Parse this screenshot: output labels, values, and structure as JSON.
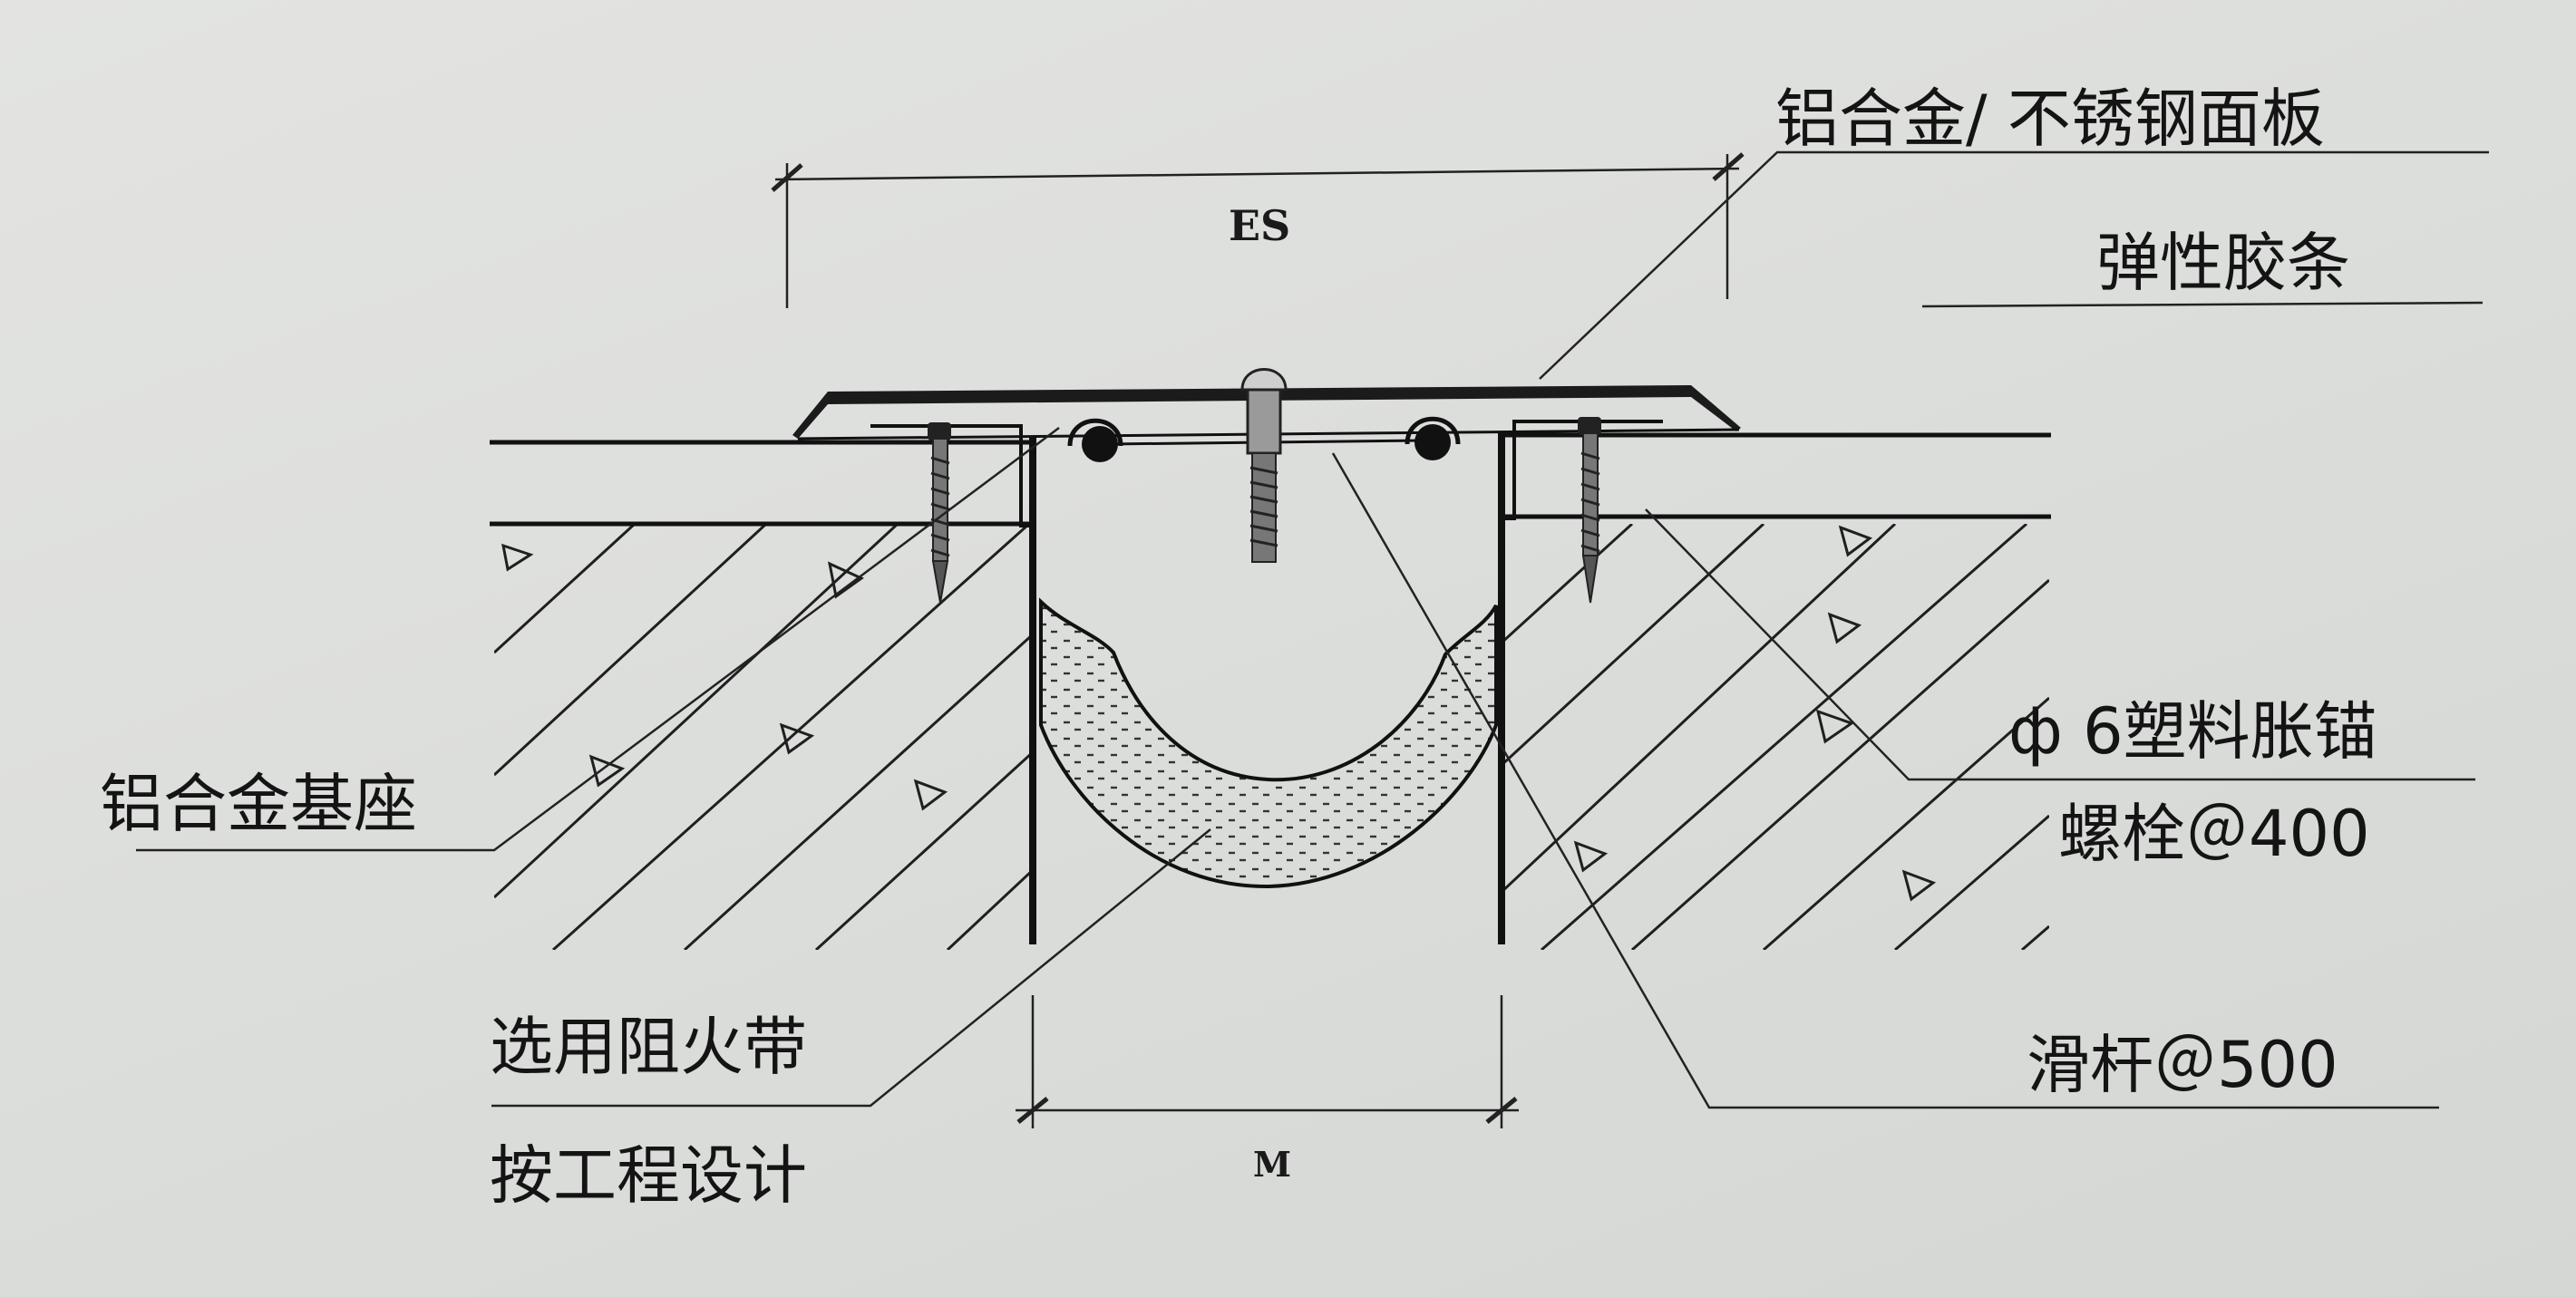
{
  "labels": {
    "cover_plate": "铝合金/ 不锈钢面板",
    "rubber_strip": "弹性胶条",
    "base": "铝合金基座",
    "anchor_line1": "ф 6塑料胀锚",
    "anchor_line2": "螺栓＠400",
    "fire_line1": "选用阻火带",
    "fire_line2": "按工程设计",
    "slide_bar": "滑杆＠500"
  },
  "dimensions": {
    "top": "ES",
    "bottom": "M"
  },
  "colors": {
    "line": "#1a1a1a",
    "background": "#dddfdd"
  }
}
